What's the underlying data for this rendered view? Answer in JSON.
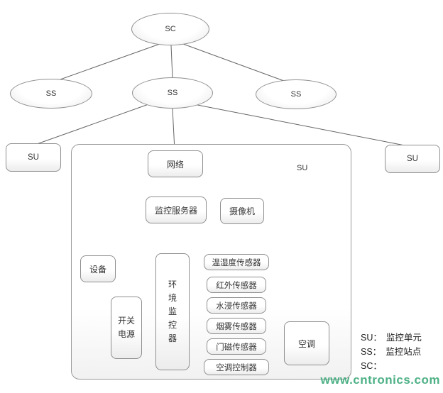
{
  "nodes": {
    "sc": "SC",
    "ss_left": "SS",
    "ss_center": "SS",
    "ss_right": "SS",
    "su_left": "SU",
    "su_right": "SU",
    "su_container": "SU",
    "network": "网络",
    "server": "监控服务器",
    "camera": "摄像机",
    "device": "设备",
    "power": "开关电源",
    "env_monitor": "环境监控器",
    "sensors": [
      "温湿度传感器",
      "红外传感器",
      "水浸传感器",
      "烟雾传感器",
      "门磁传感器",
      "空调控制器"
    ],
    "ac": "空调"
  },
  "legend": [
    {
      "abbr": "SU：",
      "label": "监控单元"
    },
    {
      "abbr": "SS：",
      "label": "监控站点"
    },
    {
      "abbr": "SC：",
      "label": ""
    }
  ],
  "watermark": "www.cntronics.com",
  "colors": {
    "watermark": "#3aa878",
    "line": "#666666",
    "border": "#8f8f8f"
  }
}
